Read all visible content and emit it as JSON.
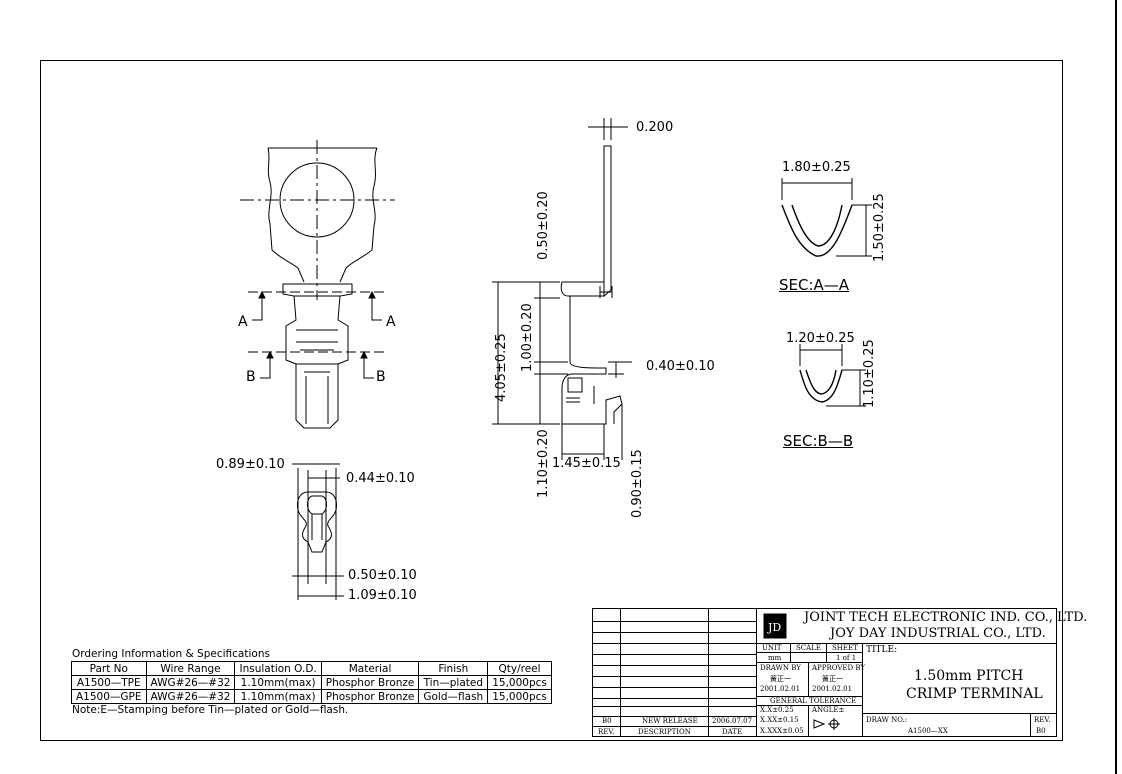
{
  "views": {
    "section_a_label": "A",
    "section_b_label": "B"
  },
  "dimensions": {
    "thickness": "0.200",
    "top_len": "0.50±0.20",
    "overall_len": "4.05±0.25",
    "mid_len": "1.00±0.20",
    "gap": "0.40±0.10",
    "bottom_len": "1.10±0.20",
    "width_b": "1.45±0.15",
    "tip_len": "0.90±0.15",
    "w_089": "0.89±0.10",
    "w_044": "0.44±0.10",
    "w_050": "0.50±0.10",
    "w_109": "1.09±0.10",
    "sec_a_w": "1.80±0.25",
    "sec_a_h": "1.50±0.25",
    "sec_b_w": "1.20±0.25",
    "sec_b_h": "1.10±0.25"
  },
  "sections": {
    "a": "SEC:A—A",
    "b": "SEC:B—B"
  },
  "ordering": {
    "title": "Ordering Information & Specifications",
    "headers": [
      "Part No",
      "Wire Range",
      "Insulation O.D.",
      "Material",
      "Finish",
      "Qty/reel"
    ],
    "rows": [
      [
        "A1500—TPE",
        "AWG#26—#32",
        "1.10mm(max)",
        "Phosphor Bronze",
        "Tin—plated",
        "15,000pcs"
      ],
      [
        "A1500—GPE",
        "AWG#26—#32",
        "1.10mm(max)",
        "Phosphor Bronze",
        "Gold—flash",
        "15,000pcs"
      ]
    ],
    "note": "Note:E—Stamping before Tin—plated or Gold—flash."
  },
  "title_block": {
    "company1": "JOINT TECH ELECTRONIC IND. CO., LTD.",
    "company2": "JOY DAY INDUSTRIAL CO., LTD.",
    "unit_label": "UNIT",
    "unit_value": "mm",
    "scale_label": "SCALE",
    "sheet_label": "SHEET",
    "sheet_value": "1 of 1",
    "drawn_by_label": "DRAWN BY",
    "approved_by_label": "APPROVED BY",
    "drawn_by": "簧正一",
    "approved_by": "簧正一",
    "drawn_date": "2001.02.01",
    "approved_date": "2001.02.01",
    "tolerance_label": "GENERAL TOLERANCE",
    "tol_x": "X.X±0.25",
    "tol_xx": "X.XX±0.15",
    "tol_xxx": "X.XXX±0.05",
    "angle_label": "ANGLE±",
    "title_label": "TITLE:",
    "title_line1": "1.50mm PITCH",
    "title_line2": "CRIMP TERMINAL",
    "drawing_no_label": "DRAW NO.:",
    "drawing_no": "A1500—XX",
    "rev_label": "REV.",
    "rev": "B0",
    "rev_col_rev": "B0",
    "rev_col_desc": "NEW RELEASE",
    "rev_col_date": "2006.07.07",
    "rev_header": "REV.",
    "desc_header": "DESCRIPTION",
    "date_header": "DATE"
  }
}
